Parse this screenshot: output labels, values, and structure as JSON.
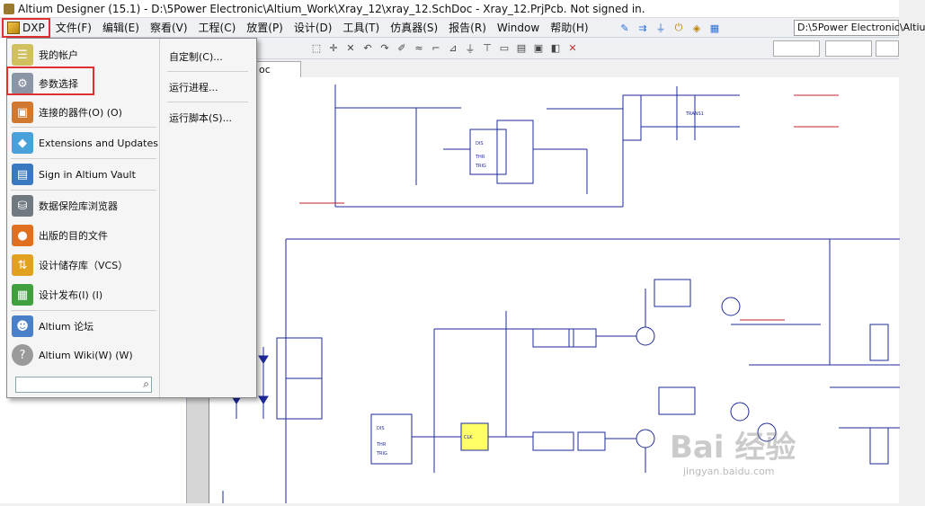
{
  "window": {
    "title": "Altium Designer (15.1) - D:\\5Power Electronic\\Altium_Work\\Xray_12\\xray_12.SchDoc - Xray_12.PrjPcb. Not signed in."
  },
  "menubar": {
    "items": [
      "DXP",
      "文件(F)",
      "编辑(E)",
      "察看(V)",
      "工程(C)",
      "放置(P)",
      "设计(D)",
      "工具(T)",
      "仿真器(S)",
      "报告(R)",
      "Window",
      "帮助(H)"
    ]
  },
  "path_box": {
    "value": "D:\\5Power Electronic\\Altiu"
  },
  "document_tab": {
    "label": "oc"
  },
  "dxp_menu": {
    "left_items": [
      {
        "label": "我的帐户",
        "icon": "account-icon"
      },
      {
        "label": "参数选择",
        "icon": "gear-icon"
      },
      {
        "label": "连接的器件(O) (O)",
        "icon": "devices-icon"
      },
      {
        "label": "Extensions and Updates",
        "icon": "extensions-icon"
      },
      {
        "label": "Sign in Altium Vault",
        "icon": "vault-icon"
      },
      {
        "label": "数据保险库浏览器",
        "icon": "database-icon"
      },
      {
        "label": "出版的目的文件",
        "icon": "publish-icon"
      },
      {
        "label": "设计储存库（VCS）",
        "icon": "repository-icon"
      },
      {
        "label": "设计发布(I) (I)",
        "icon": "release-icon"
      },
      {
        "label": "Altium 论坛",
        "icon": "forum-icon"
      },
      {
        "label": "Altium Wiki(W) (W)",
        "icon": "help-icon"
      }
    ],
    "right_items": [
      "自定制(C)...",
      "运行进程...",
      "运行脚本(S)..."
    ],
    "search": {
      "value": ""
    }
  },
  "watermark": {
    "text": "Bai 经验",
    "sub": "jingyan.baidu.com"
  }
}
